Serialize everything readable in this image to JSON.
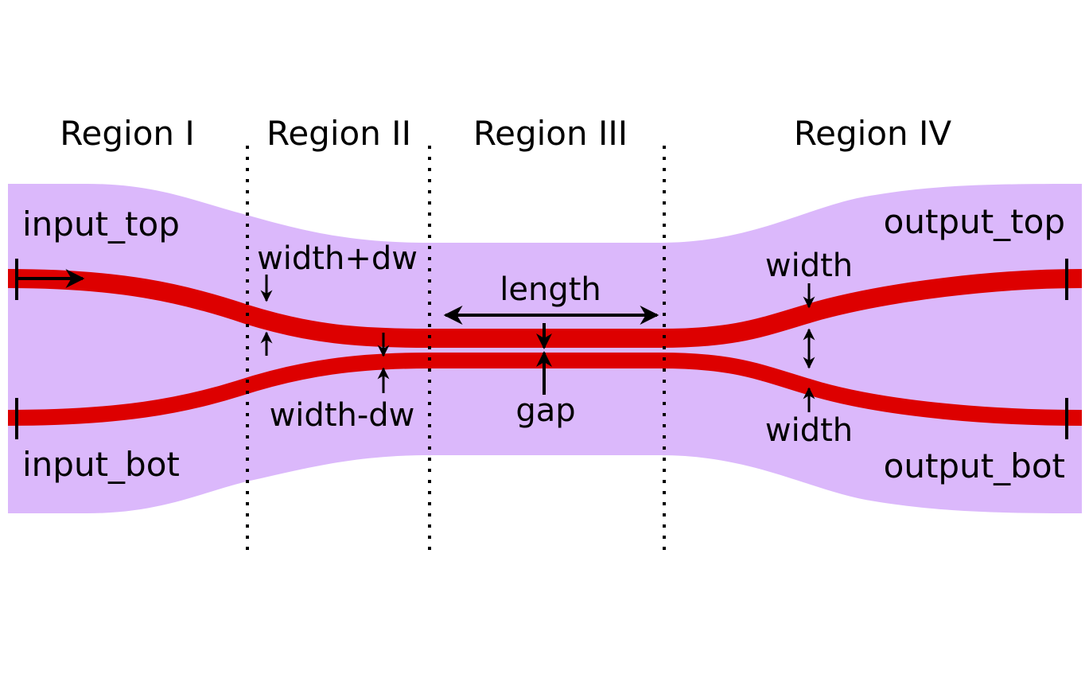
{
  "regions": [
    "Region I",
    "Region II",
    "Region III",
    "Region IV"
  ],
  "ports": {
    "input_top": "input_top",
    "input_bot": "input_bot",
    "output_top": "output_top",
    "output_bot": "output_bot"
  },
  "dimensions": {
    "width_plus_dw": "width+dw",
    "width_minus_dw": "width-dw",
    "length": "length",
    "gap": "gap",
    "width_top": "width",
    "width_bottom": "width"
  },
  "colors": {
    "cladding": "#dbb8fb",
    "waveguide": "#dd0000",
    "annotation": "#000000"
  }
}
